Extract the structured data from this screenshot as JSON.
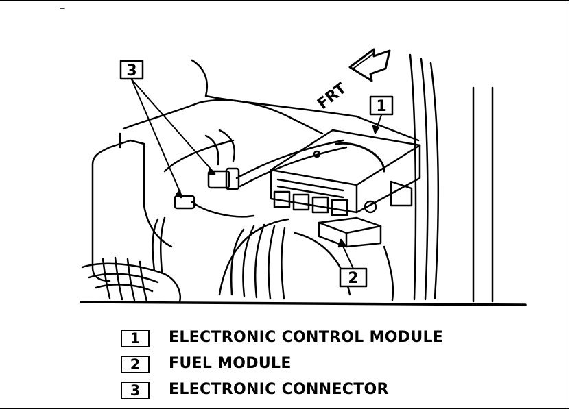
{
  "callouts": [
    {
      "number": "1"
    },
    {
      "number": "2"
    },
    {
      "number": "3"
    }
  ],
  "direction_label": "FRT",
  "legend": [
    {
      "number": "1",
      "text": "ELECTRONIC CONTROL MODULE"
    },
    {
      "number": "2",
      "text": "FUEL MODULE"
    },
    {
      "number": "3",
      "text": "ELECTRONIC CONNECTOR"
    }
  ]
}
